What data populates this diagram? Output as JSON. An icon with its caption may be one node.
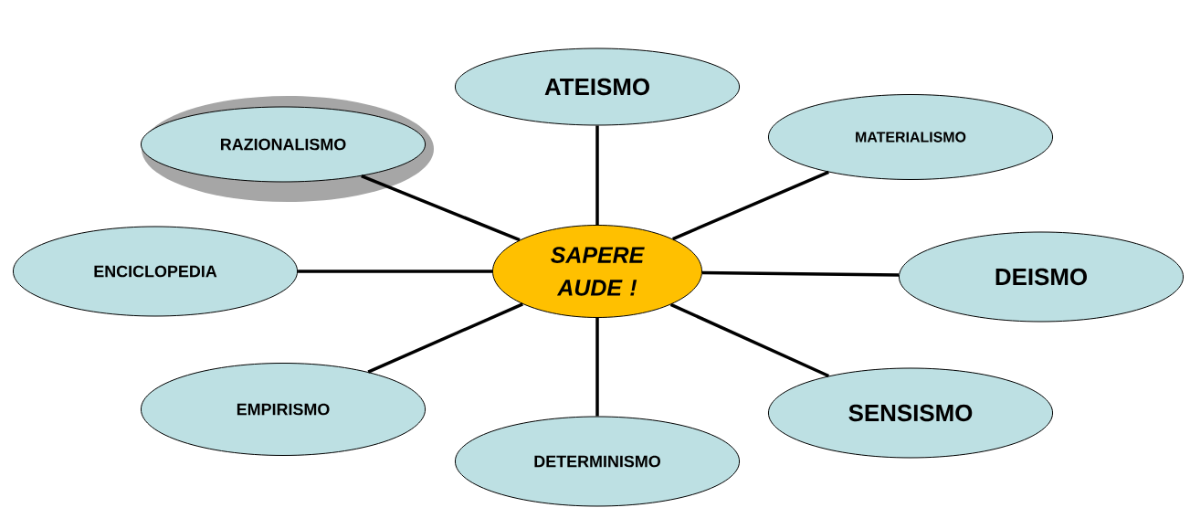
{
  "diagram": {
    "nodes": [
      {
        "text": [
          "ATEISMO"
        ]
      },
      {
        "text": [
          "RAZIONALISMO"
        ]
      },
      {
        "text": [
          "MATERIALISMO"
        ]
      },
      {
        "text": [
          "ENCICLOPEDIA"
        ]
      },
      {
        "text": [
          "SAPERE AUDE !"
        ]
      },
      {
        "text": [
          "DEISMO"
        ]
      },
      {
        "text": [
          "EMPIRISMO"
        ]
      },
      {
        "text": [
          "SENSISMO"
        ]
      },
      {
        "text": [
          "DETERMINISMO"
        ]
      }
    ],
    "edges": [
      {
        "from": 4,
        "to": 0,
        "arrow": "none"
      },
      {
        "from": 4,
        "to": 1,
        "arrow": "none"
      },
      {
        "from": 4,
        "to": 2,
        "arrow": "none"
      },
      {
        "from": 4,
        "to": 3,
        "arrow": "none"
      },
      {
        "from": 4,
        "to": 5,
        "arrow": "none"
      },
      {
        "from": 4,
        "to": 6,
        "arrow": "none"
      },
      {
        "from": 4,
        "to": 7,
        "arrow": "none"
      },
      {
        "from": 4,
        "to": 8,
        "arrow": "none"
      }
    ]
  }
}
